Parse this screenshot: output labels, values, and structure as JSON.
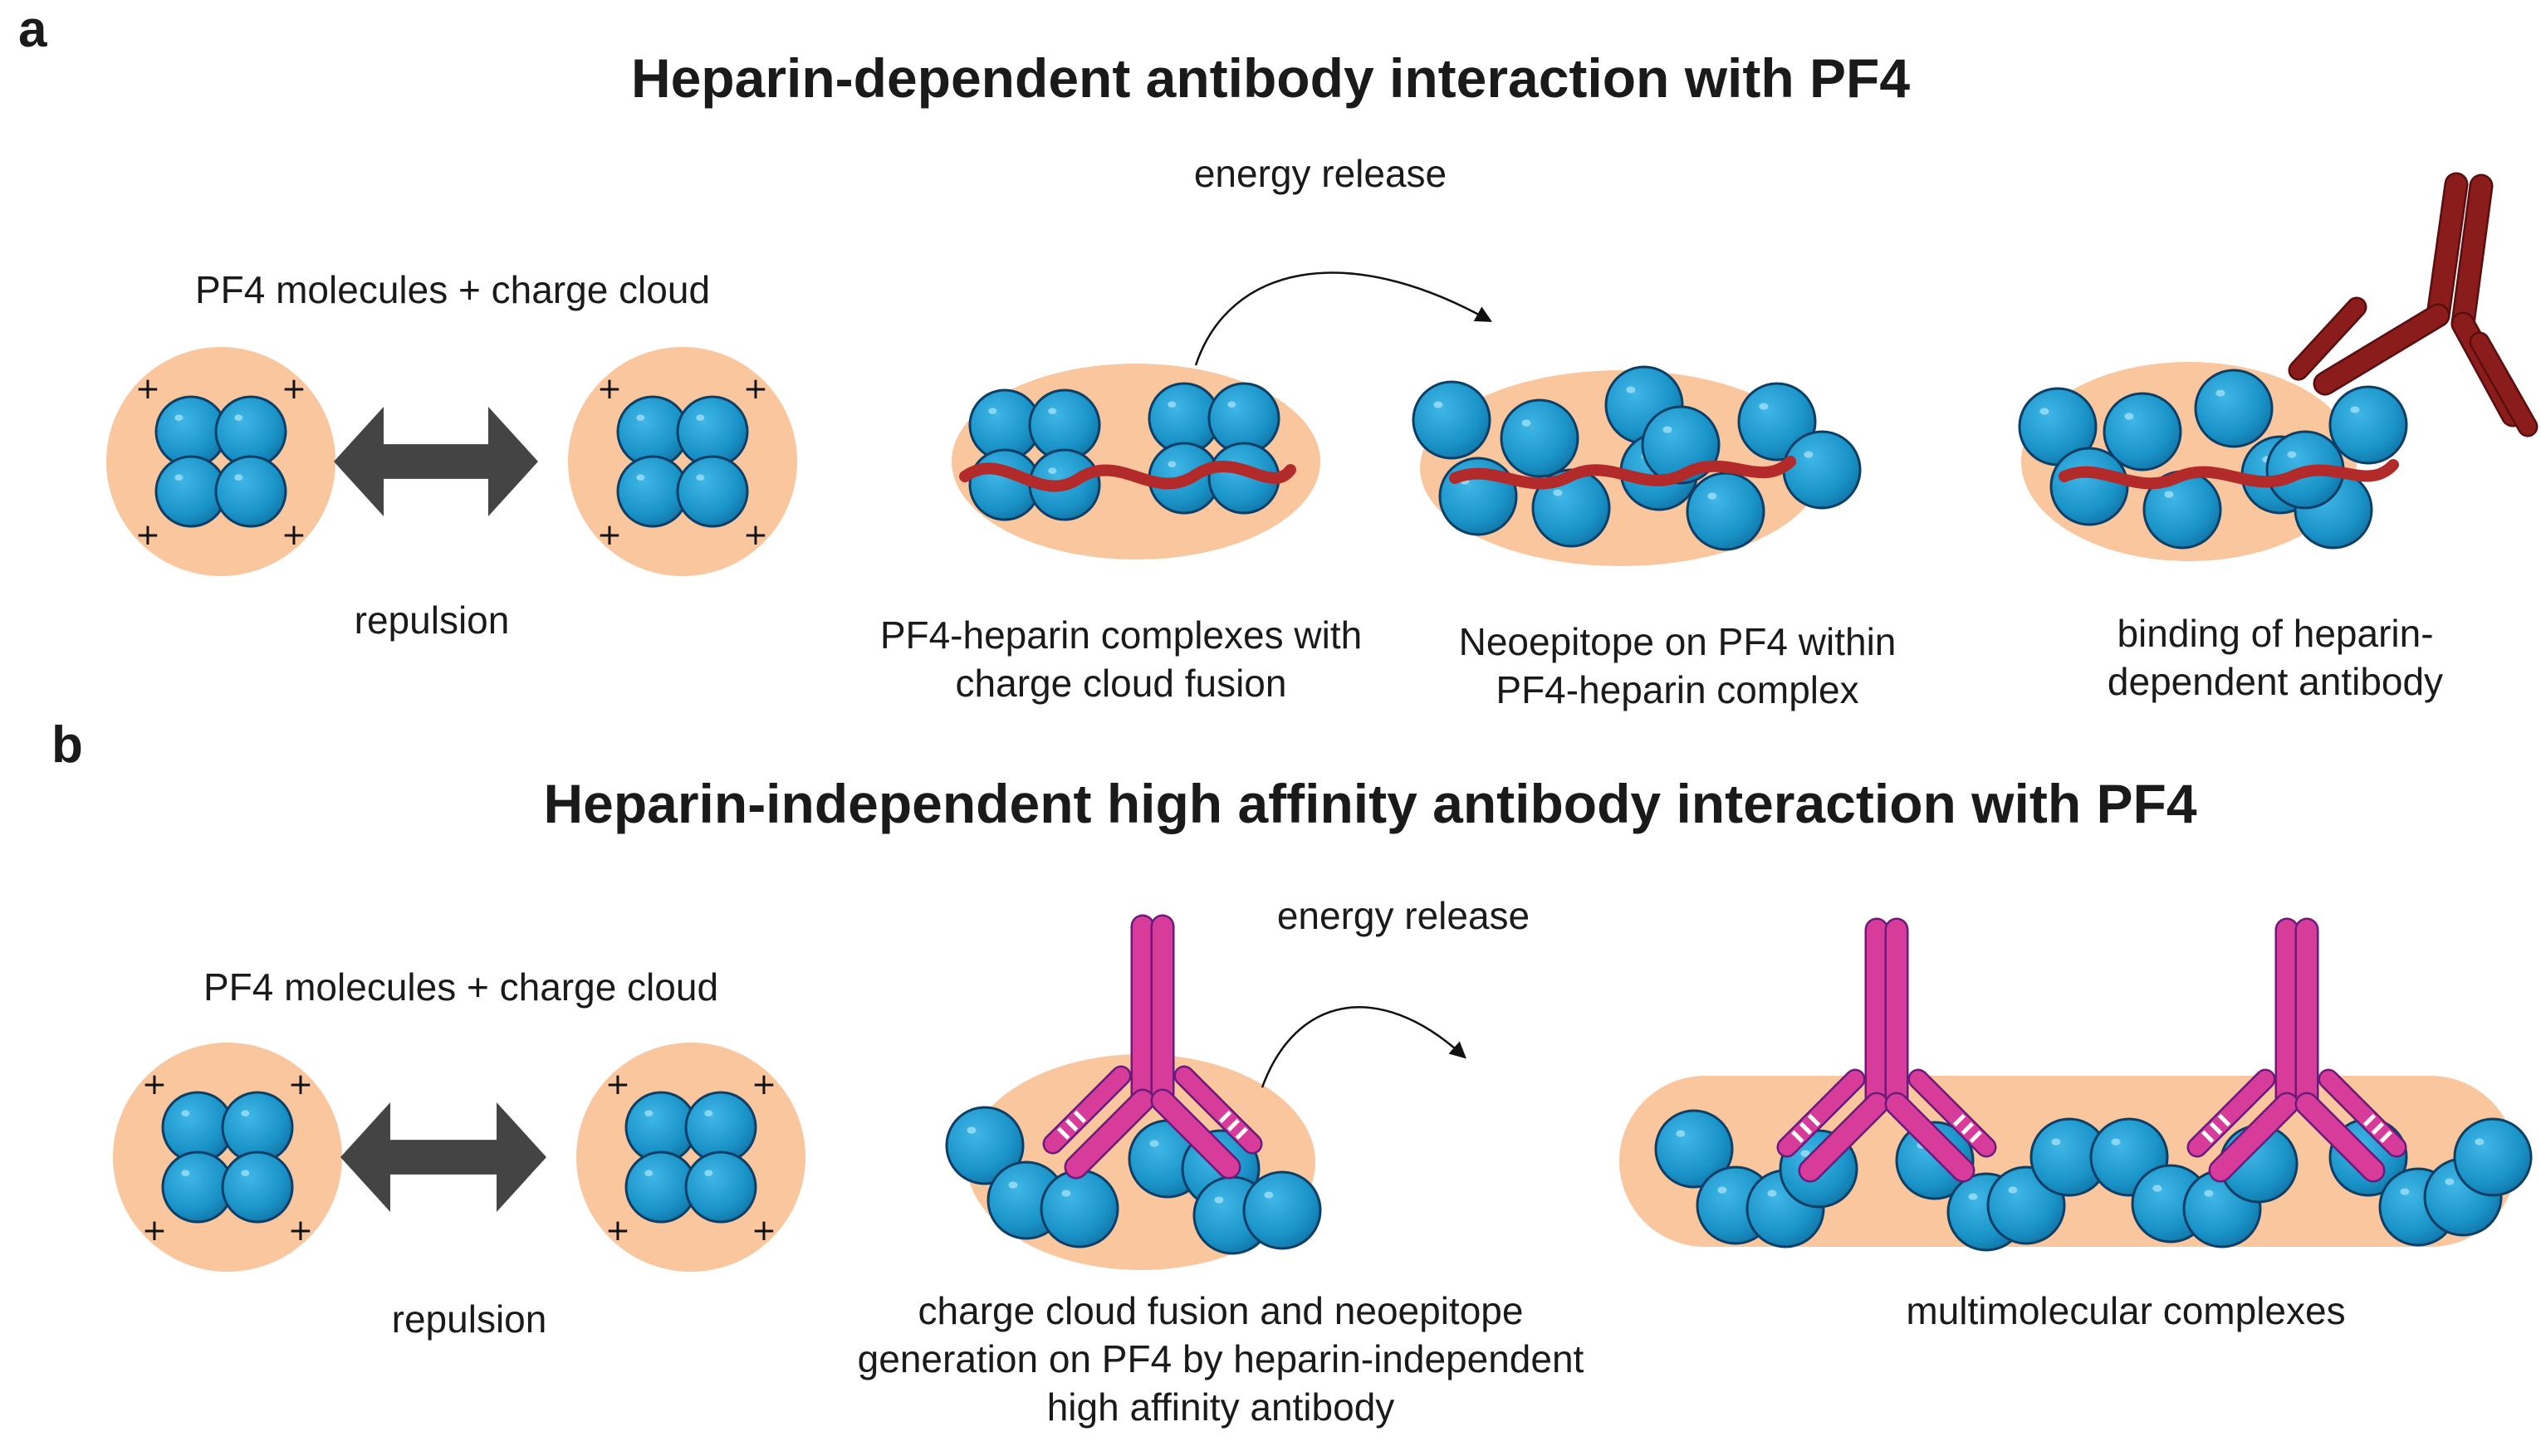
{
  "colors": {
    "cloud": "#f9c69e",
    "sphere": "#1a93c8",
    "sphere_edge": "#0d3e66",
    "heparin": "#b22a2a",
    "antibody_dep": "#8b1c1c",
    "antibody_indep": "#d83c9a",
    "arrow": "#444444"
  },
  "panel_a": {
    "label": "a",
    "title": "Heparin-dependent antibody interaction with PF4",
    "charge_cloud_label": "PF4 molecules + charge cloud",
    "repulsion_label": "repulsion",
    "energy_label": "energy release",
    "complex_label": [
      "PF4-heparin complexes with",
      "charge cloud fusion"
    ],
    "neoepitope_label": [
      "Neoepitope on PF4 within",
      "PF4-heparin complex"
    ],
    "binding_label": [
      "binding of heparin-",
      "dependent antibody"
    ],
    "charge_sign": "+"
  },
  "panel_b": {
    "label": "b",
    "title": "Heparin-independent high affinity antibody interaction with PF4",
    "charge_cloud_label": "PF4 molecules + charge cloud",
    "repulsion_label": "repulsion",
    "energy_label": "energy release",
    "fusion_label": [
      "charge cloud fusion and neoepitope",
      "generation on PF4 by heparin-independent",
      "high affinity antibody"
    ],
    "multi_label": "multimolecular complexes",
    "charge_sign": "+"
  }
}
